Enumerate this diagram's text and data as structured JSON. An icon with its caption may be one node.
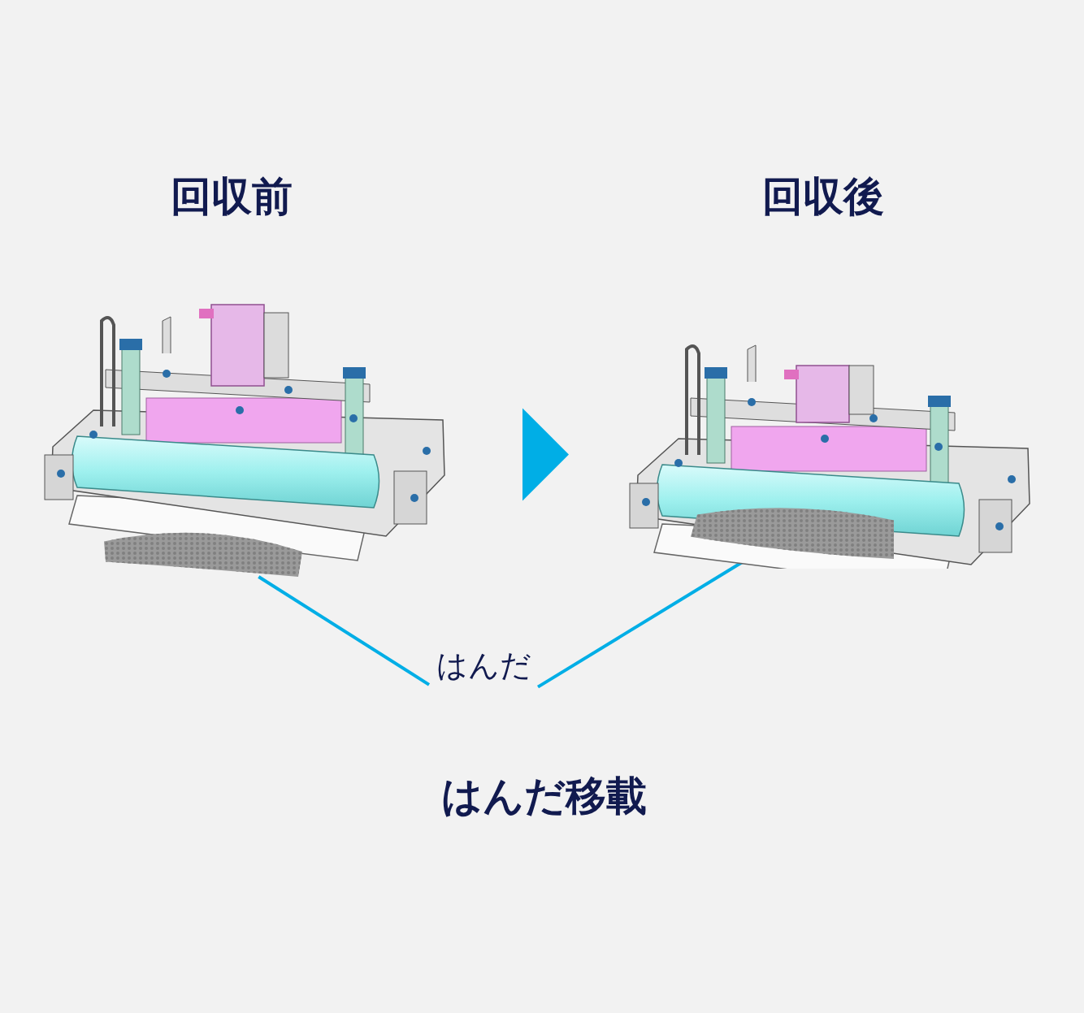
{
  "diagram": {
    "caption": "はんだ移載",
    "nodes": [
      {
        "text": [
          "回収前"
        ]
      },
      {
        "text": [],
        "shape": "picture"
      },
      {
        "text": [
          "回収後"
        ]
      },
      {
        "text": [],
        "shape": "picture",
        "in": 2
      },
      {
        "text": [
          "はんだ"
        ]
      }
    ],
    "edges": [
      {
        "from": 0,
        "to": 2,
        "arrow": "to"
      },
      {
        "from": 4,
        "to": 1,
        "arrow": "none"
      },
      {
        "from": 4,
        "to": 3,
        "arrow": "none"
      }
    ]
  }
}
